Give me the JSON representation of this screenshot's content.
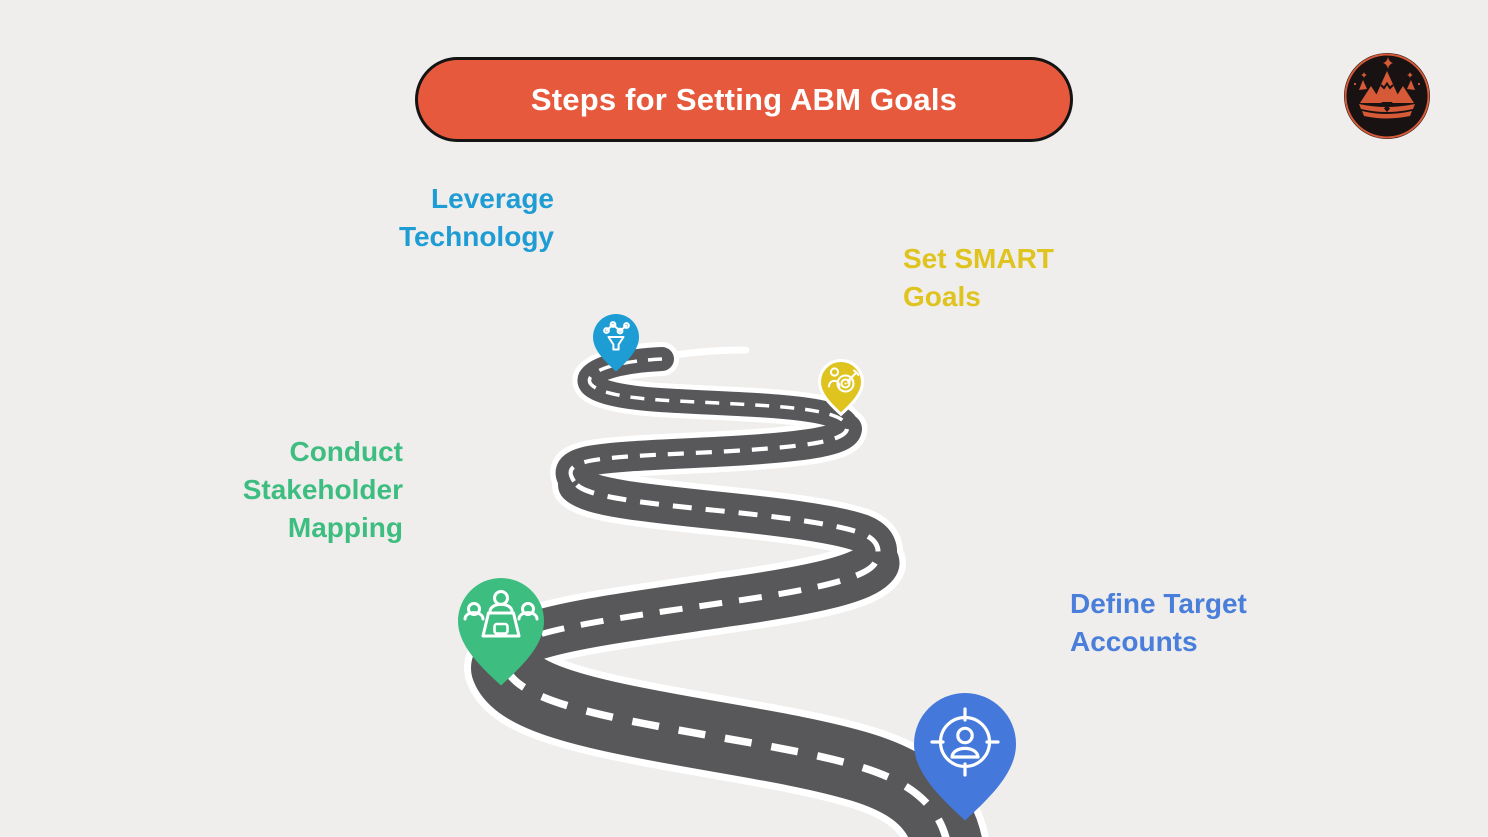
{
  "banner": {
    "label": "Steps for Setting ABM Goals",
    "bg_color": "#e7593c",
    "border_color": "#141414",
    "text_color": "#ffffff"
  },
  "logo": {
    "name": "mountain-crown-logo",
    "bg_color": "#181212",
    "accent_color": "#d65a38"
  },
  "background_color": "#efeeec",
  "road": {
    "color": "#58585a",
    "outline_color": "#ffffff",
    "dash_color": "#ffffff"
  },
  "steps": [
    {
      "name": "leverage-technology",
      "lines": [
        "Leverage",
        "Technology"
      ],
      "color": "#1e9cd4",
      "icon": "funnel-network-icon"
    },
    {
      "name": "set-smart-goals",
      "lines": [
        "Set SMART",
        "Goals"
      ],
      "color": "#dfc31e",
      "icon": "person-target-dart-icon"
    },
    {
      "name": "conduct-stakeholder-mapping",
      "lines": [
        "Conduct",
        "Stakeholder",
        "Mapping"
      ],
      "color": "#3ebd81",
      "icon": "people-around-table-icon"
    },
    {
      "name": "define-target-accounts",
      "lines": [
        "Define Target",
        "Accounts"
      ],
      "color": "#4a7edb",
      "icon": "person-in-crosshair-icon"
    }
  ]
}
